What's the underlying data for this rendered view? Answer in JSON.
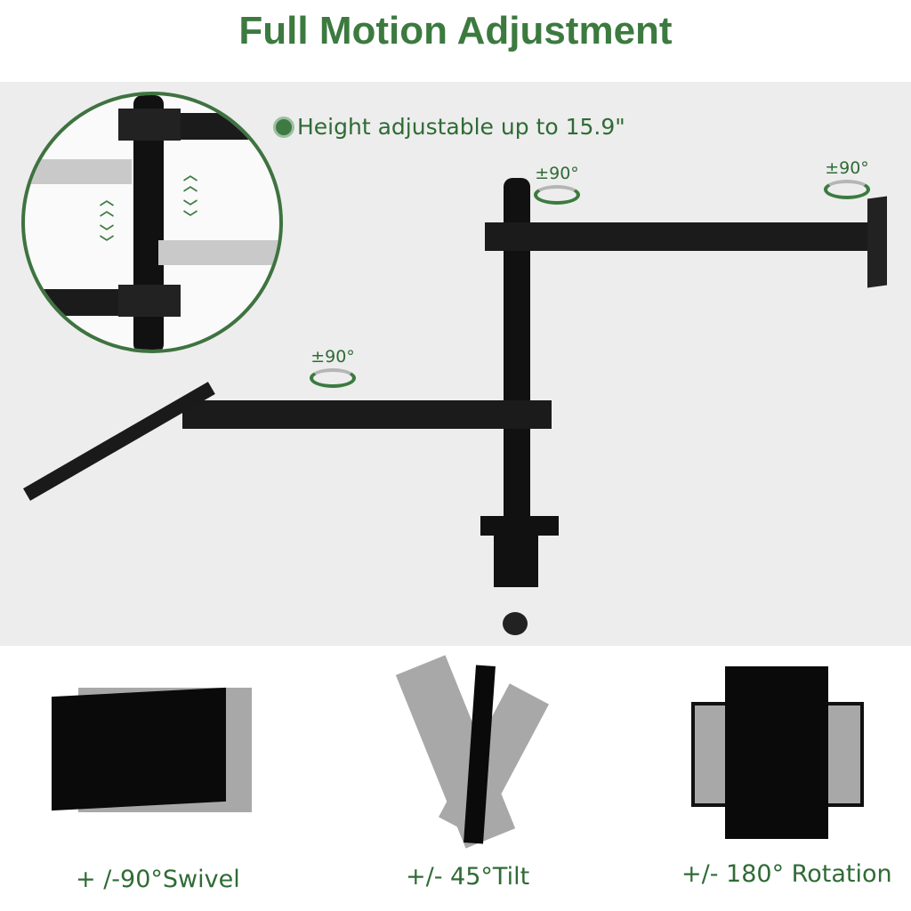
{
  "header": {
    "title": "Full Motion Adjustment"
  },
  "hero": {
    "height_note": "Height adjustable up to 15.9\"",
    "rotation_labels": {
      "upper_arm_joint": "±90°",
      "monitor_head": "±90°",
      "lower_arm_joint": "±90°"
    }
  },
  "features": [
    {
      "label": "+ /-90°Swivel",
      "icon": "swivel-monitor-icon"
    },
    {
      "label": "+/- 45°Tilt",
      "icon": "tilt-monitor-icon"
    },
    {
      "label": "+/- 180° Rotation",
      "icon": "rotation-monitor-icon"
    }
  ],
  "colors": {
    "accent": "#3c7a3f",
    "hero_bg": "#ededed",
    "text_green": "#2f6b35"
  }
}
